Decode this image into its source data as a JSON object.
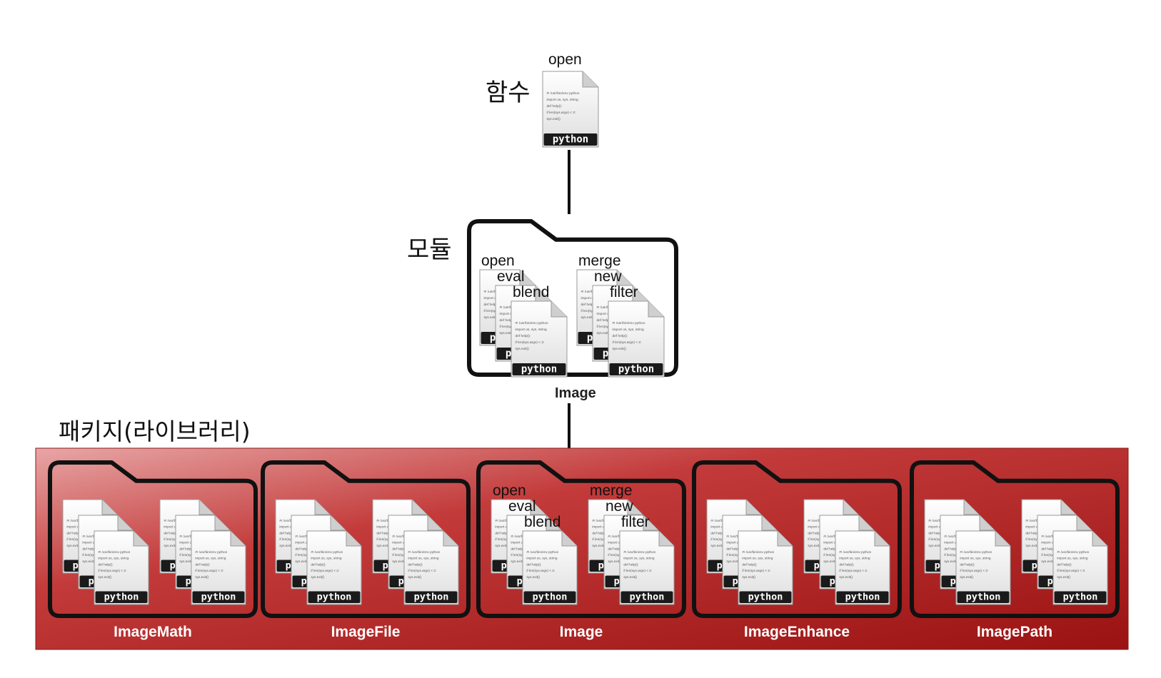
{
  "labels": {
    "function": "함수",
    "module": "모듈",
    "package": "패키지(라이브러리)"
  },
  "top_file": {
    "name": "open"
  },
  "module": {
    "name": "Image",
    "left_stack": [
      "open",
      "eval",
      "blend"
    ],
    "right_stack": [
      "merge",
      "new",
      "filter"
    ]
  },
  "package": {
    "color": "#b31b1b",
    "folders": [
      {
        "name": "ImageMath",
        "left_stack": [],
        "right_stack": []
      },
      {
        "name": "ImageFile",
        "left_stack": [],
        "right_stack": []
      },
      {
        "name": "Image",
        "left_stack": [
          "open",
          "eval",
          "blend"
        ],
        "right_stack": [
          "merge",
          "new",
          "filter"
        ]
      },
      {
        "name": "ImageEnhance",
        "left_stack": [],
        "right_stack": []
      },
      {
        "name": "ImagePath",
        "left_stack": [],
        "right_stack": []
      }
    ]
  },
  "file_badge": "python",
  "file_code_lines": [
    "#! /usr/bin/env python",
    "import os, sys, string",
    "def help():",
    "if len(sys.argv) < 2:",
    "sys.exit()"
  ]
}
